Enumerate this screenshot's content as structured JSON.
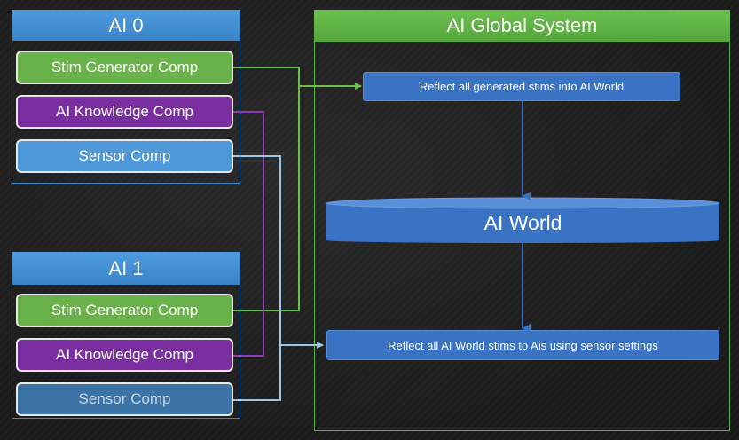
{
  "ai0": {
    "title": "AI 0",
    "stim": "Stim Generator Comp",
    "knowledge": "AI Knowledge Comp",
    "sensor": "Sensor Comp"
  },
  "ai1": {
    "title": "AI 1",
    "stim": "Stim Generator Comp",
    "knowledge": "AI Knowledge Comp",
    "sensor": "Sensor Comp"
  },
  "global": {
    "title": "AI Global System",
    "reflect_in": "Reflect all generated stims into AI World",
    "world": "AI World",
    "reflect_out": "Reflect all AI World stims to Ais using sensor settings"
  },
  "colors": {
    "stim": "#69b24a",
    "knowledge": "#7a2ea0",
    "sensor": "#4f98d9",
    "flow": "#3a72c4",
    "ai_header": "#4f9be0",
    "global_header": "#6cc04f"
  }
}
